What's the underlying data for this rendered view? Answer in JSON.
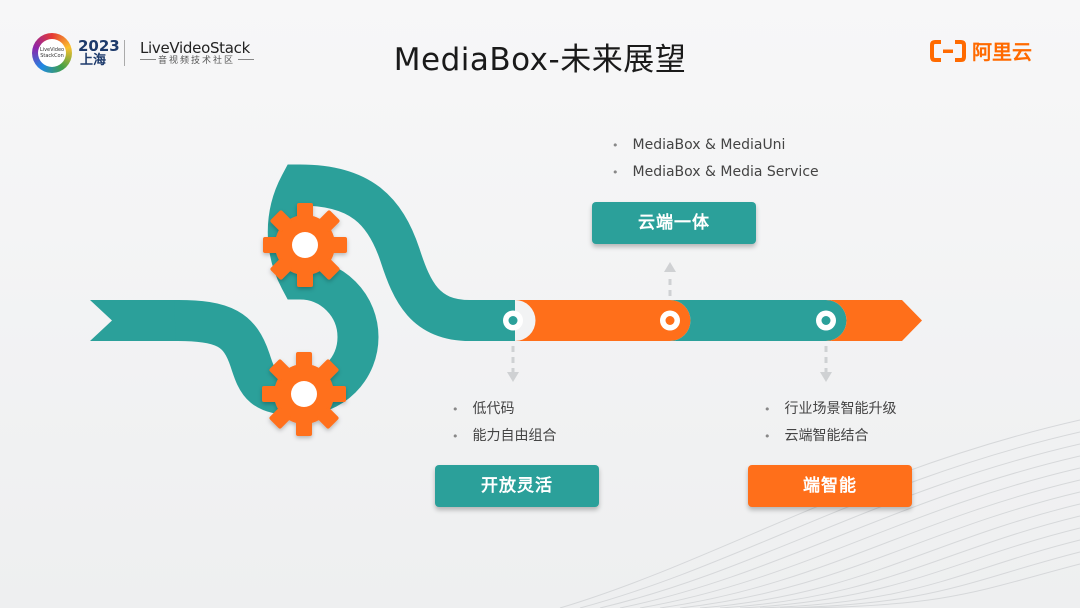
{
  "header": {
    "title": "MediaBox-未来展望",
    "conference": {
      "ring_text": [
        "LiveVideo",
        "StackCon"
      ],
      "year": "2023",
      "city": "上海"
    },
    "community": {
      "name": "LiveVideoStack",
      "subtitle": "音视频技术社区"
    },
    "brand": {
      "name": "阿里云",
      "color": "#ff6a00"
    }
  },
  "colors": {
    "teal": "#2ba09a",
    "orange": "#ff6f1a"
  },
  "diagram": {
    "icons": [
      "gear-icon",
      "gear-icon",
      "arrow-up-icon",
      "arrow-down-icon",
      "arrow-down-icon"
    ],
    "milestones": [
      {
        "label": "开放灵活",
        "color": "teal",
        "bullets": [
          "低代码",
          "能力自由组合"
        ]
      },
      {
        "label": "云端一体",
        "color": "teal",
        "bullets": [
          "MediaBox & MediaUni",
          "MediaBox & Media Service"
        ]
      },
      {
        "label": "端智能",
        "color": "orange",
        "bullets": [
          "行业场景智能升级",
          "云端智能结合"
        ]
      }
    ]
  }
}
